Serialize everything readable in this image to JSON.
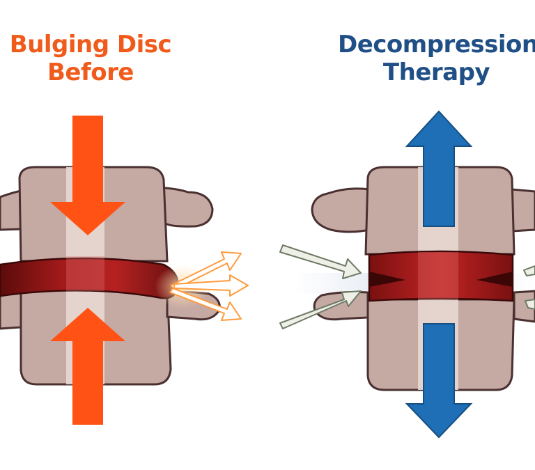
{
  "left_panel": {
    "title_line1": "Bulging Disc",
    "title_line2": "Before",
    "title_color": "#f05a1a",
    "compression_arrow_color": "#ff5214",
    "bulge_arrow_color": "#ff9a3c",
    "icons": [
      "compression-arrow-down-icon",
      "compression-arrow-up-icon",
      "bulge-arrows-icon"
    ]
  },
  "right_panel": {
    "title_line1": "Decompression",
    "title_line2": "Therapy",
    "title_color": "#1f4f86",
    "decompression_arrow_color": "#1f6fb6",
    "inward_arrow_color": "#8f9a84",
    "icons": [
      "decompression-arrow-up-icon",
      "decompression-arrow-down-icon",
      "inward-arrows-icon"
    ]
  },
  "colors": {
    "vertebra": "#c5a9a3",
    "vertebra_outline": "#4a3030",
    "disc": "#b01f1f",
    "disc_dark": "#5c0b0b"
  }
}
